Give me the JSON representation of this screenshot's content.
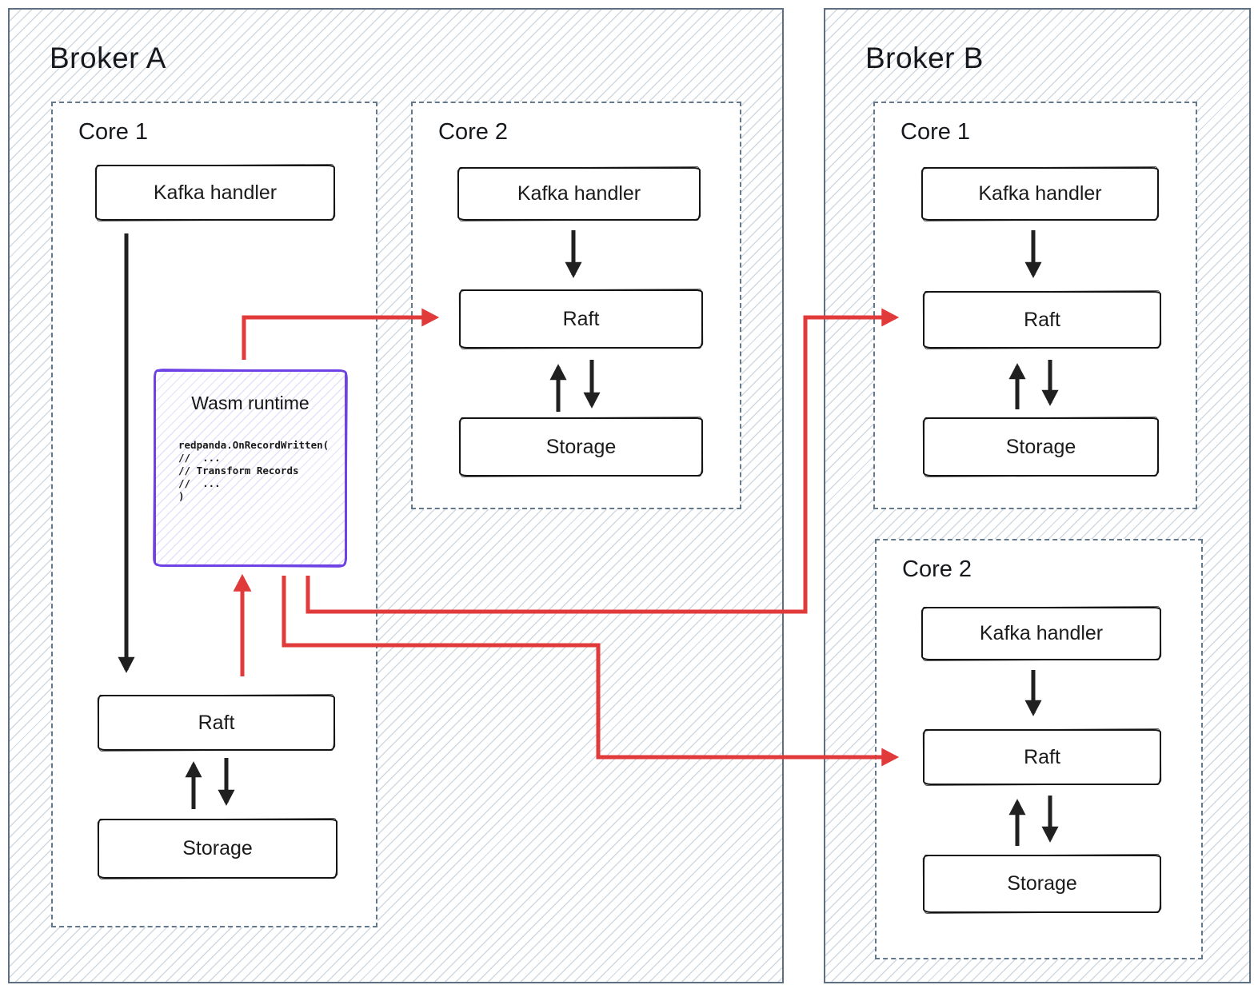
{
  "broker_a": {
    "title": "Broker A",
    "core1": {
      "label": "Core 1",
      "kafka_label": "Kafka handler",
      "raft_label": "Raft",
      "storage_label": "Storage",
      "wasm": {
        "title": "Wasm runtime",
        "code": [
          "redpanda.OnRecordWritten(",
          "//  ...",
          "// Transform Records",
          "//  ...",
          ")"
        ]
      }
    },
    "core2": {
      "label": "Core 2",
      "kafka_label": "Kafka handler",
      "raft_label": "Raft",
      "storage_label": "Storage"
    }
  },
  "broker_b": {
    "title": "Broker B",
    "core1": {
      "label": "Core 1",
      "kafka_label": "Kafka handler",
      "raft_label": "Raft",
      "storage_label": "Storage"
    },
    "core2": {
      "label": "Core 2",
      "kafka_label": "Kafka handler",
      "raft_label": "Raft",
      "storage_label": "Storage"
    }
  },
  "colors": {
    "red_connector": "#e03a3a",
    "wasm_purple": "#6f42e5",
    "broker_border": "#5d6f82",
    "core_border": "#64788c",
    "box_border": "#141414",
    "hatch_line": "rgba(100,125,155,0.30)"
  }
}
